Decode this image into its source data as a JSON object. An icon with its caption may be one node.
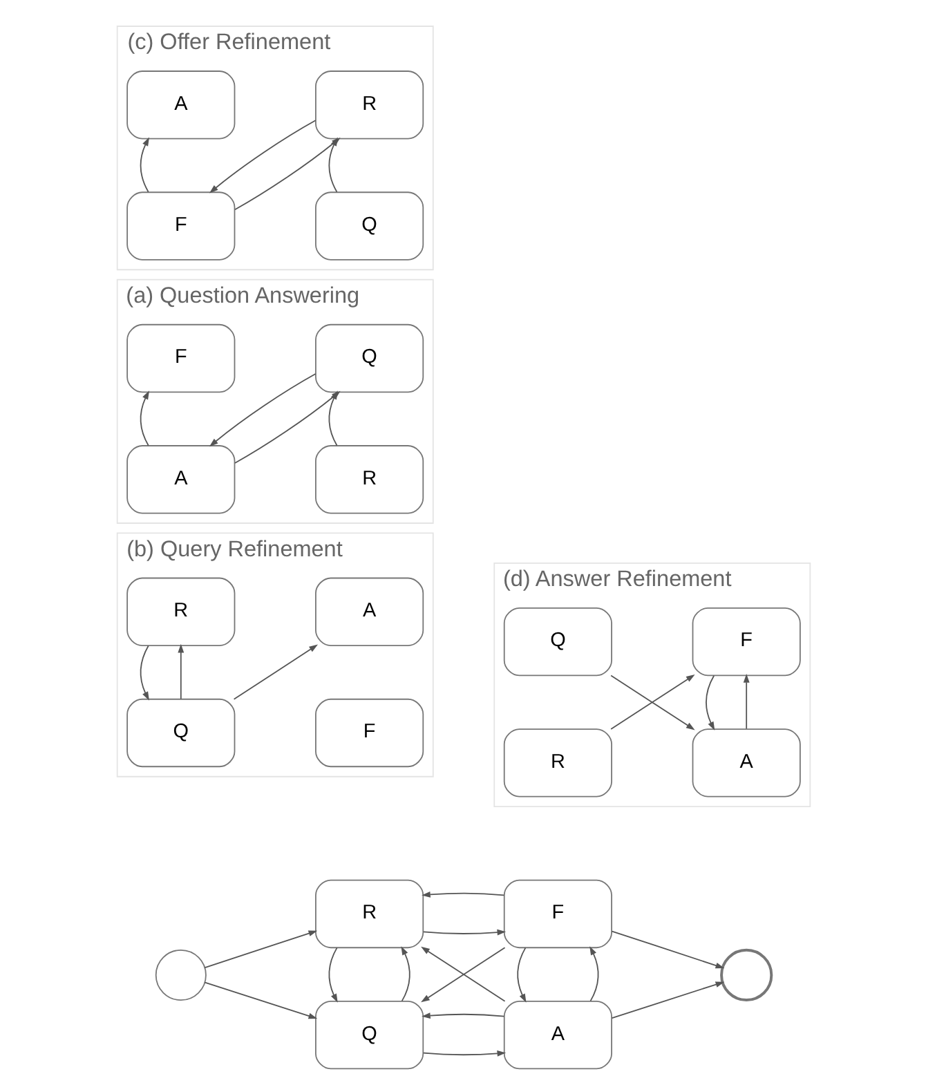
{
  "diagram": {
    "nodes": [
      {
        "text": [],
        "shape": "circle"
      },
      {
        "text": [
          "Q"
        ]
      },
      {
        "text": [
          "F"
        ]
      },
      {
        "text": [
          "R"
        ]
      },
      {
        "text": [
          "A"
        ]
      },
      {
        "text": [],
        "shape": "circle"
      },
      {
        "text": [
          "(a) Question Answering"
        ]
      },
      {
        "text": [
          "Q"
        ],
        "in": 6
      },
      {
        "text": [
          "F"
        ],
        "in": 6
      },
      {
        "text": [
          "R"
        ],
        "in": 6
      },
      {
        "text": [
          "A"
        ],
        "in": 6
      },
      {
        "text": [
          "(c) Offer Refinement"
        ]
      },
      {
        "text": [
          "Q"
        ],
        "in": 11
      },
      {
        "text": [
          "F"
        ],
        "in": 11
      },
      {
        "text": [
          "R"
        ],
        "in": 11
      },
      {
        "text": [
          "A"
        ],
        "in": 11
      },
      {
        "text": [
          "(b) Query Refinement"
        ]
      },
      {
        "text": [
          "Q"
        ],
        "in": 16
      },
      {
        "text": [
          "F"
        ],
        "in": 16
      },
      {
        "text": [
          "R"
        ],
        "in": 16
      },
      {
        "text": [
          "A"
        ],
        "in": 16
      },
      {
        "text": [
          "(d) Answer Refinement"
        ]
      },
      {
        "text": [
          "Q"
        ],
        "in": 21
      },
      {
        "text": [
          "F"
        ],
        "in": 21
      },
      {
        "text": [
          "R"
        ],
        "in": 21
      },
      {
        "text": [
          "A"
        ],
        "in": 21
      }
    ],
    "edges": [
      {
        "from": 0,
        "to": 1,
        "arrow": "to"
      },
      {
        "from": 0,
        "to": 3,
        "arrow": "to"
      },
      {
        "from": 1,
        "to": 3,
        "arrow": "to"
      },
      {
        "from": 3,
        "to": 1,
        "arrow": "to"
      },
      {
        "from": 2,
        "to": 1,
        "arrow": "to"
      },
      {
        "from": 4,
        "to": 1,
        "arrow": "to"
      },
      {
        "from": 1,
        "to": 4,
        "arrow": "to"
      },
      {
        "from": 3,
        "to": 2,
        "arrow": "to"
      },
      {
        "from": 2,
        "to": 3,
        "arrow": "to"
      },
      {
        "from": 4,
        "to": 2,
        "arrow": "to"
      },
      {
        "from": 2,
        "to": 4,
        "arrow": "to"
      },
      {
        "from": 4,
        "to": 3,
        "arrow": "to"
      },
      {
        "from": 2,
        "to": 5,
        "arrow": "to"
      },
      {
        "from": 4,
        "to": 5,
        "arrow": "to"
      },
      {
        "from": 9,
        "to": 7,
        "arrow": "to"
      },
      {
        "from": 7,
        "to": 10,
        "arrow": "to"
      },
      {
        "from": 10,
        "to": 7,
        "arrow": "to"
      },
      {
        "from": 10,
        "to": 8,
        "arrow": "to"
      },
      {
        "from": 12,
        "to": 14,
        "arrow": "to"
      },
      {
        "from": 14,
        "to": 13,
        "arrow": "to"
      },
      {
        "from": 13,
        "to": 14,
        "arrow": "to"
      },
      {
        "from": 13,
        "to": 15,
        "arrow": "to"
      },
      {
        "from": 17,
        "to": 19,
        "arrow": "to"
      },
      {
        "from": 19,
        "to": 17,
        "arrow": "to"
      },
      {
        "from": 17,
        "to": 20,
        "arrow": "to"
      },
      {
        "from": 22,
        "to": 25,
        "arrow": "to"
      },
      {
        "from": 24,
        "to": 23,
        "arrow": "to"
      },
      {
        "from": 25,
        "to": 23,
        "arrow": "to"
      },
      {
        "from": 23,
        "to": 25,
        "arrow": "to"
      }
    ]
  }
}
